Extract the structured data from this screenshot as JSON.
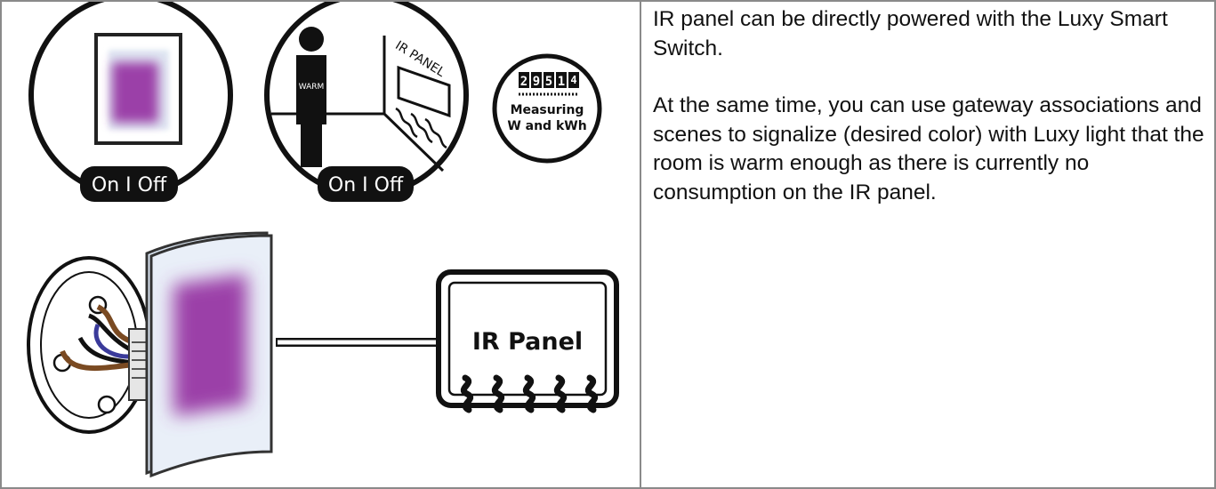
{
  "left_cell": {
    "badge_left": "On I Off",
    "warm_label": "WARM",
    "ir_panel_wall_label": "IR PANEL",
    "badge_right": "On I Off",
    "meter_digits": [
      "2",
      "9",
      "5",
      "1",
      "4"
    ],
    "meter_line1": "Measuring",
    "meter_line2": "W and kWh",
    "ir_panel_box_label": "IR Panel"
  },
  "right_cell": {
    "paragraph1": "IR panel can be directly powered with the Luxy Smart Switch.",
    "paragraph2": "At the same time, you can use gateway associations and scenes to signalize (desired color) with Luxy light that the room is warm enough as there is currently no consumption on the IR panel."
  },
  "colors": {
    "purple": "#9b3fa8",
    "glow": "#dbe6f3",
    "border": "#8a8a8a",
    "ink": "#111111"
  }
}
